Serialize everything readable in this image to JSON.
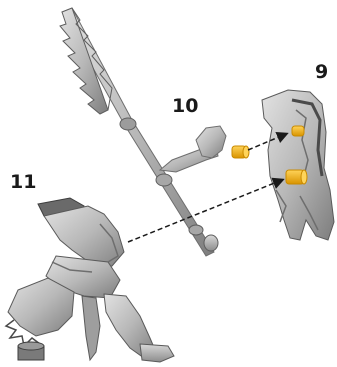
{
  "diagram": {
    "step_labels": {
      "part_9": "9",
      "part_10": "10",
      "part_11": "11"
    },
    "colors": {
      "part_gray": "#bdbdbd",
      "part_dark": "#6e6e6e",
      "part_shadow": "#8a8a8a",
      "peg_yellow": "#f2b21c",
      "peg_yellow_dark": "#c98a00",
      "arrow": "#1a1a1a"
    },
    "icons": [
      "assembly-arrow-icon"
    ]
  }
}
